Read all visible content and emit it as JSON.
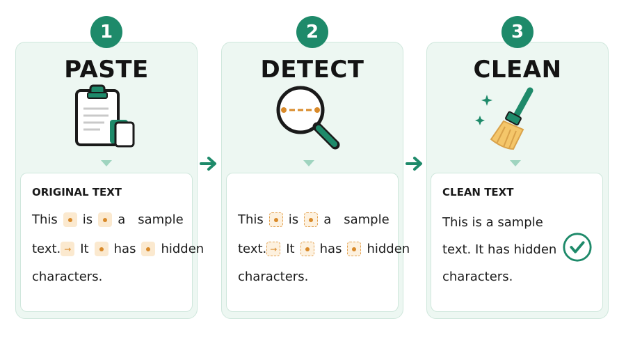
{
  "steps": [
    {
      "number": "1",
      "title": "PASTE",
      "card_heading": "ORIGINAL TEXT"
    },
    {
      "number": "2",
      "title": "DETECT",
      "card_heading": ""
    },
    {
      "number": "3",
      "title": "CLEAN",
      "card_heading": "CLEAN TEXT"
    }
  ],
  "original_text": {
    "line1": [
      "This",
      "is",
      "a",
      "sample"
    ],
    "line2": [
      "text.",
      "It",
      "has",
      "hidden"
    ],
    "line3": "characters."
  },
  "clean_text": {
    "line1": "This is a sample",
    "line2": "text. It has hidden",
    "line3": "characters."
  },
  "icons": [
    "clipboard-icon",
    "magnifier-icon",
    "broom-icon",
    "checkmark-icon",
    "arrow-right-icon"
  ],
  "colors": {
    "accent": "#1e8a6a",
    "panel": "#edf7f2",
    "border": "#cfe7dc",
    "marker": "#d98a2a",
    "marker_bg": "#fbe9cf"
  }
}
